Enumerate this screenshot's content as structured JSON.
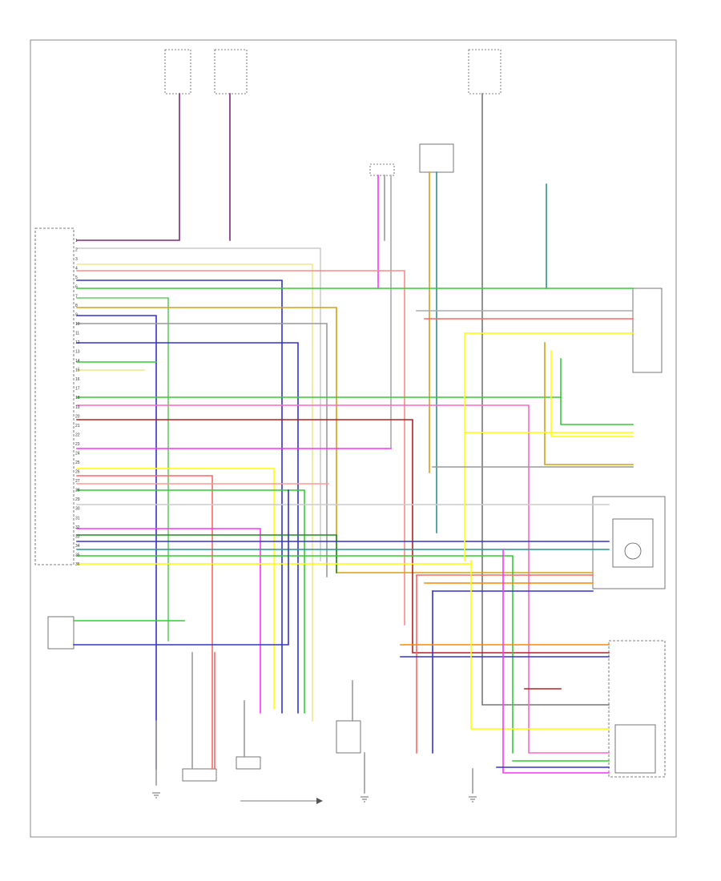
{
  "diagram": {
    "footer_code": "",
    "connector_pins": [
      "1",
      "2",
      "3",
      "4",
      "5",
      "6",
      "7",
      "8",
      "9",
      "10",
      "11",
      "12",
      "13",
      "14",
      "15",
      "16",
      "17",
      "18",
      "19",
      "20",
      "21",
      "22",
      "23",
      "24",
      "25",
      "26",
      "27",
      "28",
      "29",
      "30",
      "31",
      "32",
      "33",
      "34",
      "35",
      "36"
    ],
    "wire_colors": [
      "#7a2a7a",
      "#aaaaaa",
      "#f0e68c",
      "#ff6666",
      "#3333cc",
      "#33cc33",
      "#d4a017",
      "#ff33ff",
      "#b22222",
      "#228b22",
      "#2f8f8f",
      "#8b6914",
      "#ffff00",
      "#999999"
    ]
  }
}
